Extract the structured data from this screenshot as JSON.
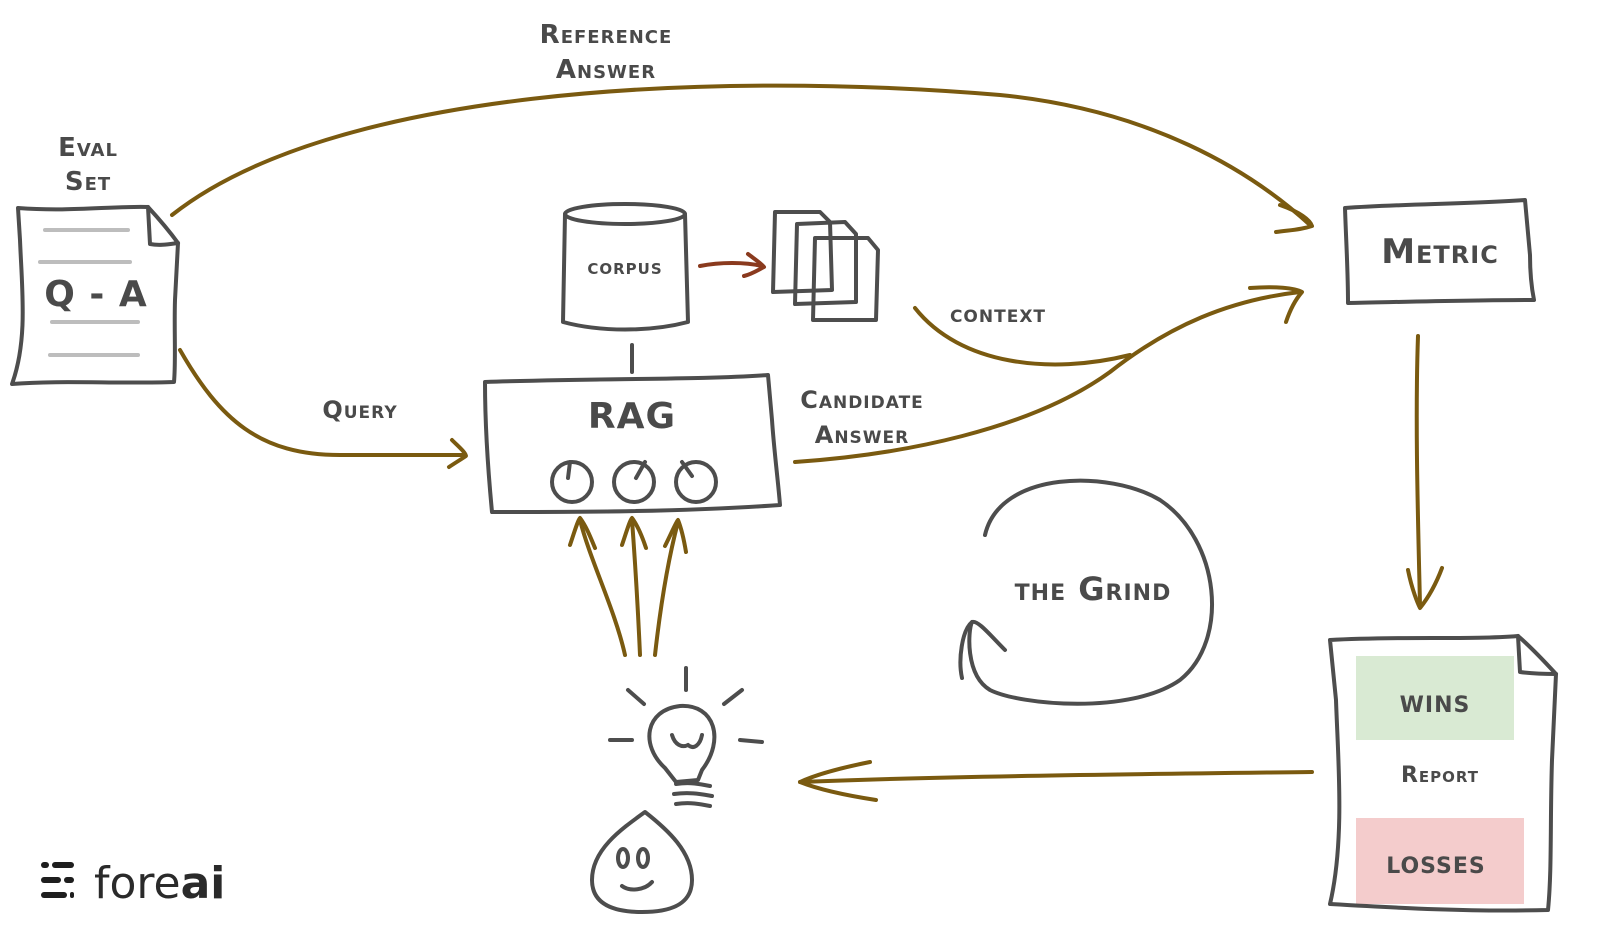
{
  "diagram": {
    "eval_set": {
      "title_line1": "Eval",
      "title_line2": "Set",
      "content": "Q - A"
    },
    "reference_answer": {
      "line1": "Reference",
      "line2": "Answer"
    },
    "query": "Query",
    "corpus": "corpus",
    "context": "context",
    "rag": "RAG",
    "candidate_answer": {
      "line1": "Candidate",
      "line2": "Answer"
    },
    "metric": "Metric",
    "the_grind": "the Grind",
    "report": {
      "wins": "wins",
      "label": "Report",
      "losses": "losses"
    },
    "colors": {
      "arrow": "#7a5a10",
      "ink": "#4d4d4d",
      "wins_fill": "#d9ead3",
      "losses_fill": "#f4cccc",
      "bulb": "#f0f63c"
    }
  },
  "logo": {
    "light": "fore",
    "bold": "ai"
  }
}
